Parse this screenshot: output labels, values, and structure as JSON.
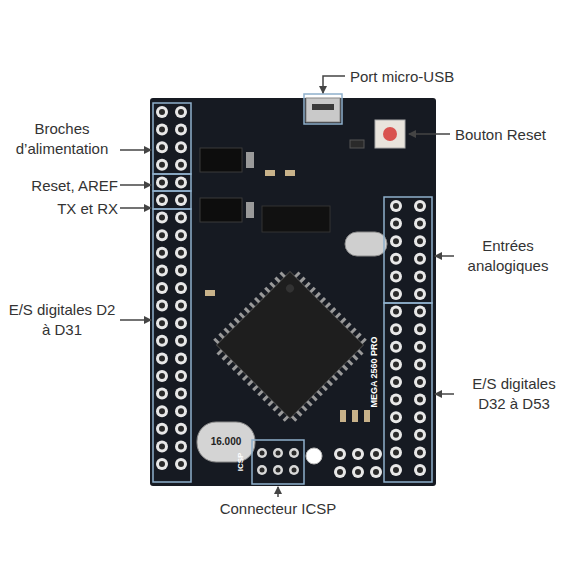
{
  "diagram": {
    "labels": [
      "Port micro-USB",
      "Bouton Reset",
      "Broches d’alimentation",
      "Reset, AREF",
      "TX et RX",
      "Entrées analogiques",
      "E/S digitales D2 à D31",
      "E/S digitales D32 à D53",
      "Connecteur ICSP",
      "MEGA 2560 PRO",
      "16.000",
      "ICSP"
    ]
  }
}
